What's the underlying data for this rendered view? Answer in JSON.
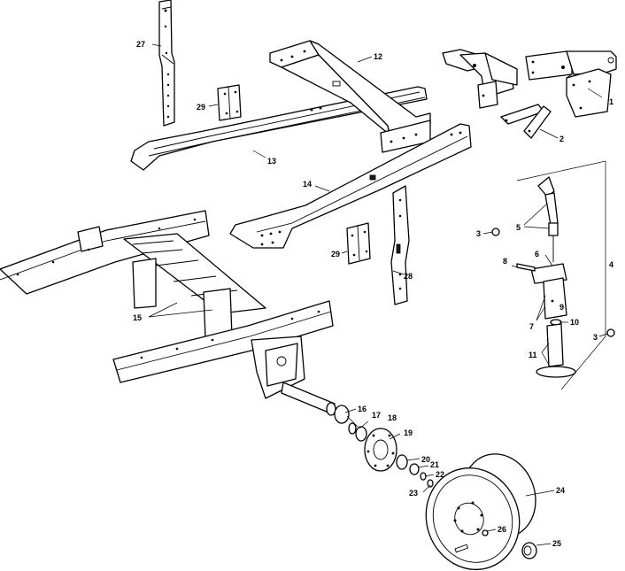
{
  "callouts": [
    {
      "id": "1",
      "label": "1"
    },
    {
      "id": "2",
      "label": "2"
    },
    {
      "id": "3a",
      "label": "3"
    },
    {
      "id": "3b",
      "label": "3"
    },
    {
      "id": "4",
      "label": "4"
    },
    {
      "id": "5",
      "label": "5"
    },
    {
      "id": "6",
      "label": "6"
    },
    {
      "id": "7",
      "label": "7"
    },
    {
      "id": "8",
      "label": "8"
    },
    {
      "id": "9",
      "label": "9"
    },
    {
      "id": "10",
      "label": "10"
    },
    {
      "id": "11",
      "label": "11"
    },
    {
      "id": "12",
      "label": "12"
    },
    {
      "id": "13",
      "label": "13"
    },
    {
      "id": "14",
      "label": "14"
    },
    {
      "id": "15",
      "label": "15"
    },
    {
      "id": "16",
      "label": "16"
    },
    {
      "id": "17",
      "label": "17"
    },
    {
      "id": "18",
      "label": "18"
    },
    {
      "id": "19",
      "label": "19"
    },
    {
      "id": "20",
      "label": "20"
    },
    {
      "id": "21",
      "label": "21"
    },
    {
      "id": "22",
      "label": "22"
    },
    {
      "id": "23",
      "label": "23"
    },
    {
      "id": "24",
      "label": "24"
    },
    {
      "id": "25",
      "label": "25"
    },
    {
      "id": "26",
      "label": "26"
    },
    {
      "id": "27",
      "label": "27"
    },
    {
      "id": "28",
      "label": "28"
    },
    {
      "id": "29a",
      "label": "29"
    },
    {
      "id": "29b",
      "label": "29"
    }
  ]
}
